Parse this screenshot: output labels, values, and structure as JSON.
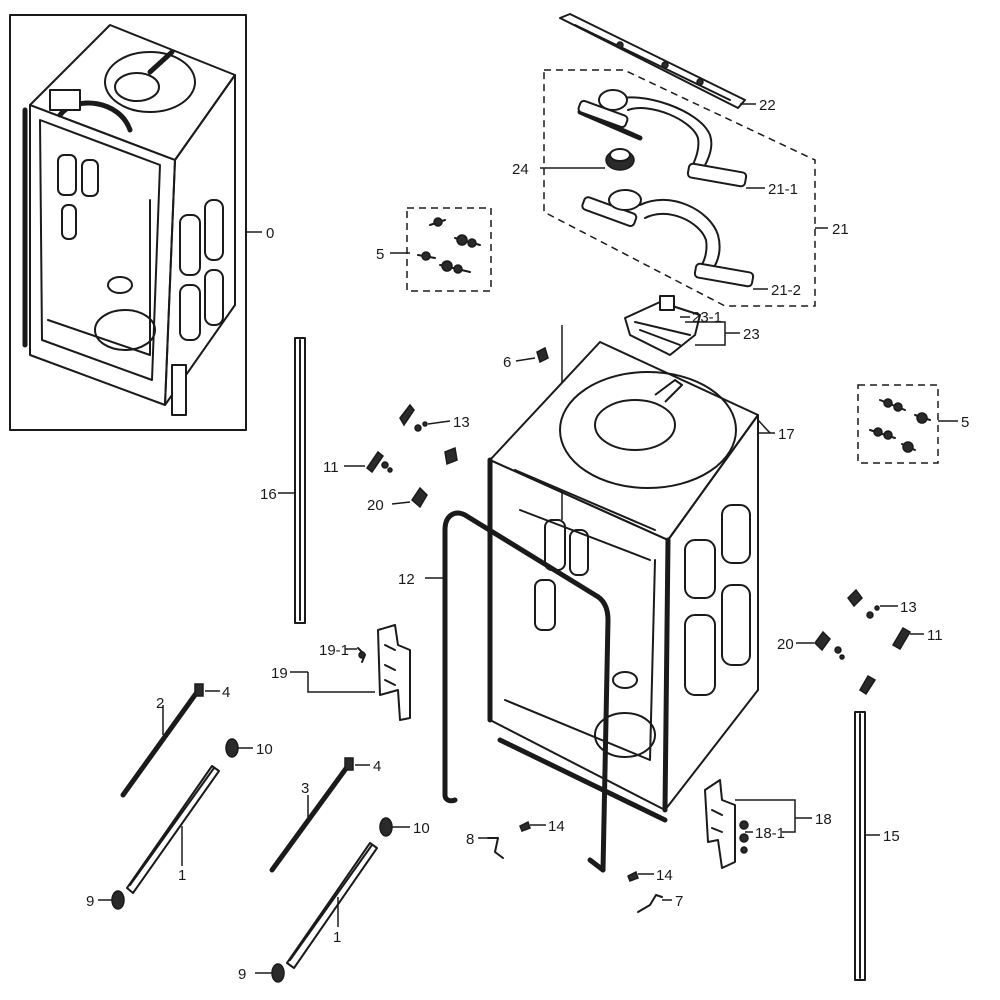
{
  "diagram": {
    "callouts": {
      "c0": "0",
      "c22": "22",
      "c24": "24",
      "c21_1": "21-1",
      "c21": "21",
      "c21_2": "21-2",
      "c5_left": "5",
      "c5_right": "5",
      "c23_1": "23-1",
      "c23": "23",
      "c6": "6",
      "c13_left": "13",
      "c11_left": "11",
      "c17": "17",
      "c16": "16",
      "c20_left": "20",
      "c12": "12",
      "c19_1": "19-1",
      "c19": "19",
      "c2": "2",
      "c4_left": "4",
      "c10_left": "10",
      "c1_left": "1",
      "c9_left": "9",
      "c3": "3",
      "c4_mid": "4",
      "c10_mid": "10",
      "c1_mid": "1",
      "c9_bottom": "9",
      "c8": "8",
      "c14_upper": "14",
      "c14_lower": "14",
      "c7": "7",
      "c18": "18",
      "c18_1": "18-1",
      "c15": "15",
      "c13_right": "13",
      "c20_right": "20",
      "c11_right": "11"
    }
  }
}
